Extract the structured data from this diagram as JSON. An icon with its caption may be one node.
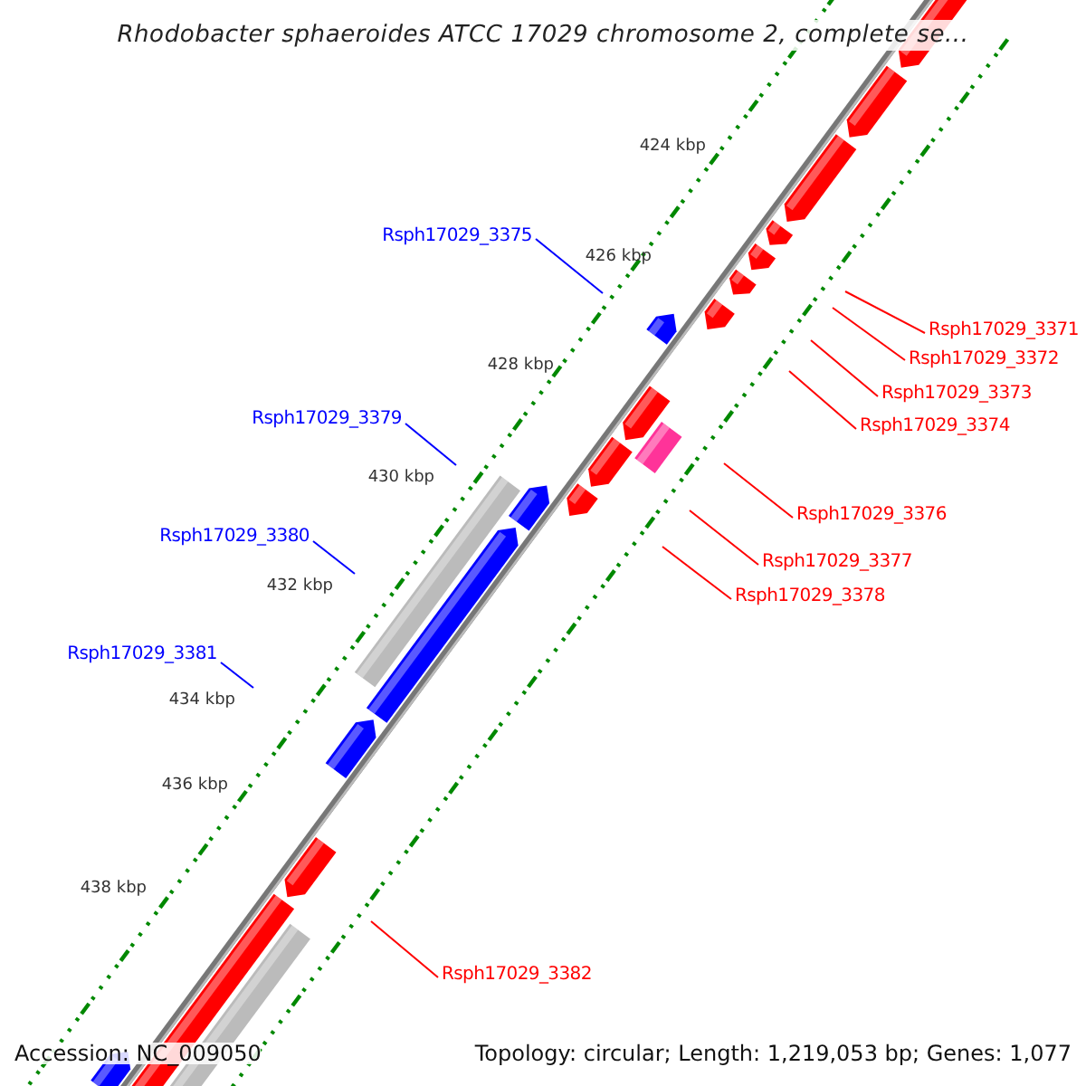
{
  "diagram": {
    "title": "Rhodobacter sphaeroides ATCC 17029 chromosome 2, complete se...",
    "nodes": [
      {
        "text": [
          "Rsph17029_3375"
        ]
      },
      {
        "text": [
          "Rsph17029_3379"
        ]
      },
      {
        "text": [
          "Rsph17029_3380"
        ]
      },
      {
        "text": [
          "Rsph17029_3381"
        ]
      },
      {
        "text": [
          "Rsph17029_3371"
        ]
      },
      {
        "text": [
          "Rsph17029_3372"
        ]
      },
      {
        "text": [
          "Rsph17029_3373"
        ]
      },
      {
        "text": [
          "Rsph17029_3374"
        ]
      },
      {
        "text": [
          "Rsph17029_3376"
        ]
      },
      {
        "text": [
          "Rsph17029_3377"
        ]
      },
      {
        "text": [
          "Rsph17029_3378"
        ]
      },
      {
        "text": [
          "Rsph17029_3382"
        ]
      }
    ],
    "edges": [
      {
        "from": 0,
        "to": null,
        "arrow": "none",
        "color": "#0000ff"
      },
      {
        "from": 1,
        "to": null,
        "arrow": "none",
        "color": "#0000ff"
      },
      {
        "from": 2,
        "to": null,
        "arrow": "none",
        "color": "#0000ff"
      },
      {
        "from": 3,
        "to": null,
        "arrow": "none",
        "color": "#0000ff"
      },
      {
        "from": 4,
        "to": null,
        "arrow": "none"
      },
      {
        "from": 5,
        "to": null,
        "arrow": "none"
      },
      {
        "from": 6,
        "to": null,
        "arrow": "none"
      },
      {
        "from": 7,
        "to": null,
        "arrow": "none"
      },
      {
        "from": 8,
        "to": null,
        "arrow": "none"
      },
      {
        "from": 9,
        "to": null,
        "arrow": "none"
      },
      {
        "from": 10,
        "to": null,
        "arrow": "none"
      },
      {
        "from": 11,
        "to": null,
        "arrow": "none"
      }
    ],
    "labels": [
      "424 kbp",
      "426 kbp",
      "428 kbp",
      "430 kbp",
      "432 kbp",
      "434 kbp",
      "436 kbp",
      "438 kbp",
      "Accession: NC_009050",
      "Topology: circular; Length: 1,219,053 bp; Genes: 1,077"
    ]
  }
}
